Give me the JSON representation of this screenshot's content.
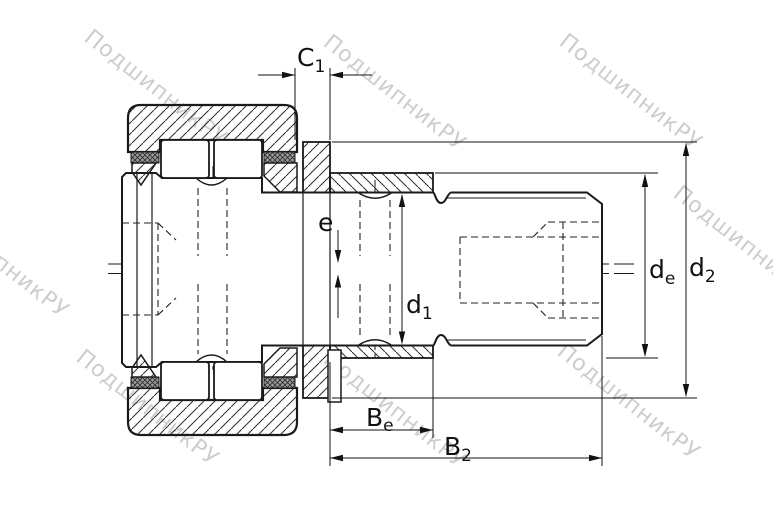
{
  "drawing": {
    "kind": "bearing-cross-section",
    "watermark": {
      "text": "ПодшипникРУ",
      "color": "rgba(128,122,116,0.38)"
    },
    "dimensions": {
      "c1": {
        "main": "C",
        "sub": "1"
      },
      "e": {
        "main": "e",
        "sub": ""
      },
      "d1": {
        "main": "d",
        "sub": "1"
      },
      "de": {
        "main": "d",
        "sub": "e"
      },
      "d2": {
        "main": "d",
        "sub": "2"
      },
      "be": {
        "main": "B",
        "sub": "e"
      },
      "b2": {
        "main": "B",
        "sub": "2"
      }
    },
    "colors": {
      "outline": "#1a1a1a",
      "dimension": "#111111",
      "hidden_gray": "#8a8a8a",
      "background": "#ffffff"
    }
  }
}
